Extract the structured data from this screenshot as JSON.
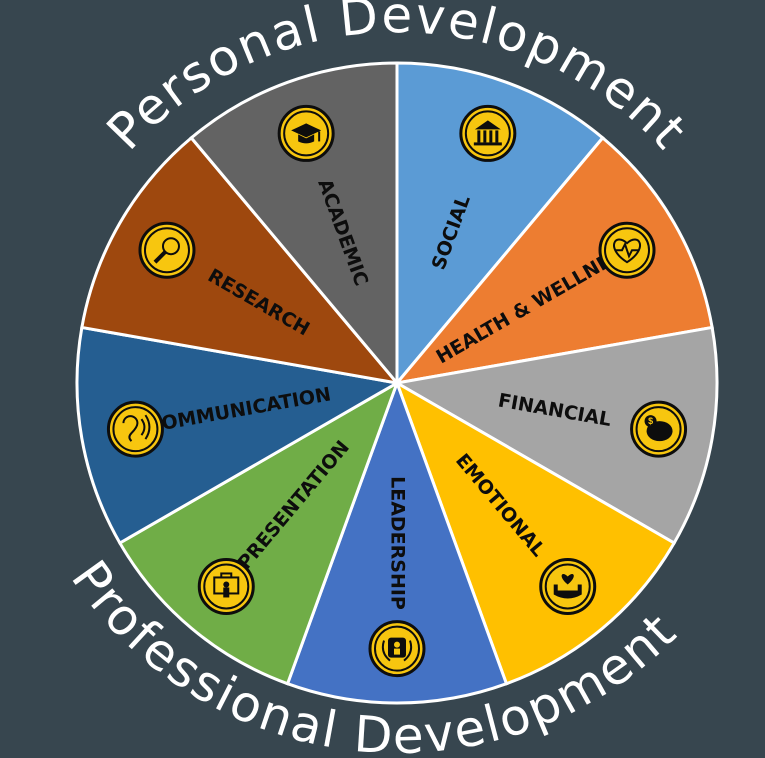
{
  "ring": {
    "top_text": "Personal Development",
    "bottom_text": "Professional Development"
  },
  "segments": [
    {
      "label": "SOCIAL",
      "color": "#5b9bd5",
      "icon": "bank-icon"
    },
    {
      "label": "HEALTH & WELLNESS",
      "color": "#ed7d31",
      "icon": "heart-pulse-icon"
    },
    {
      "label": "FINANCIAL",
      "color": "#a5a5a5",
      "icon": "piggy-bank-icon"
    },
    {
      "label": "EMOTIONAL",
      "color": "#ffc000",
      "icon": "hand-heart-icon"
    },
    {
      "label": "LEADERSHIP",
      "color": "#4472c4",
      "icon": "leader-badge-icon"
    },
    {
      "label": "PRESENTATION",
      "color": "#70ad47",
      "icon": "presenter-icon"
    },
    {
      "label": "COMMUNICATION",
      "color": "#255e91",
      "icon": "ear-icon"
    },
    {
      "label": "RESEARCH",
      "color": "#9e480e",
      "icon": "magnifier-icon"
    },
    {
      "label": "ACADEMIC",
      "color": "#636363",
      "icon": "graduation-cap-icon"
    }
  ]
}
